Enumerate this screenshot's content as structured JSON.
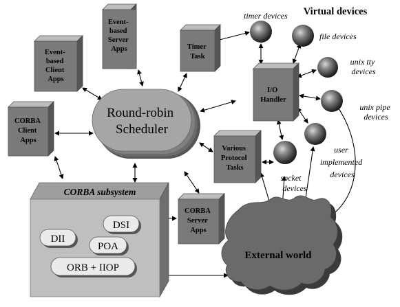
{
  "title": "Virtual devices",
  "boxes": {
    "event_server": [
      "Event-",
      "based",
      "Server",
      "Apps"
    ],
    "event_client": [
      "Event-",
      "based",
      "Client",
      "Apps"
    ],
    "corba_client": [
      "CORBA",
      "Client",
      "Apps"
    ],
    "timer_task": [
      "Timer",
      "Task"
    ],
    "io_handler": [
      "I/O",
      "Handler"
    ],
    "protocol_tasks": [
      "Various",
      "Protocol",
      "Tasks"
    ],
    "corba_server": [
      "CORBA",
      "Server",
      "Apps"
    ]
  },
  "scheduler": [
    "Round-robin",
    "Scheduler"
  ],
  "corba_subsystem": {
    "title": "CORBA subsystem",
    "dii": "DII",
    "dsi": "DSI",
    "poa": "POA",
    "orb": "ORB + IIOP"
  },
  "external_world": "External world",
  "devices": {
    "timer": "timer devices",
    "file": "file devices",
    "unix_tty": [
      "unix tty",
      "devices"
    ],
    "unix_pipe": [
      "unix pipe",
      "devices"
    ],
    "user": [
      "user",
      "implemented",
      "devices"
    ],
    "socket": [
      "socket",
      "devices"
    ]
  }
}
